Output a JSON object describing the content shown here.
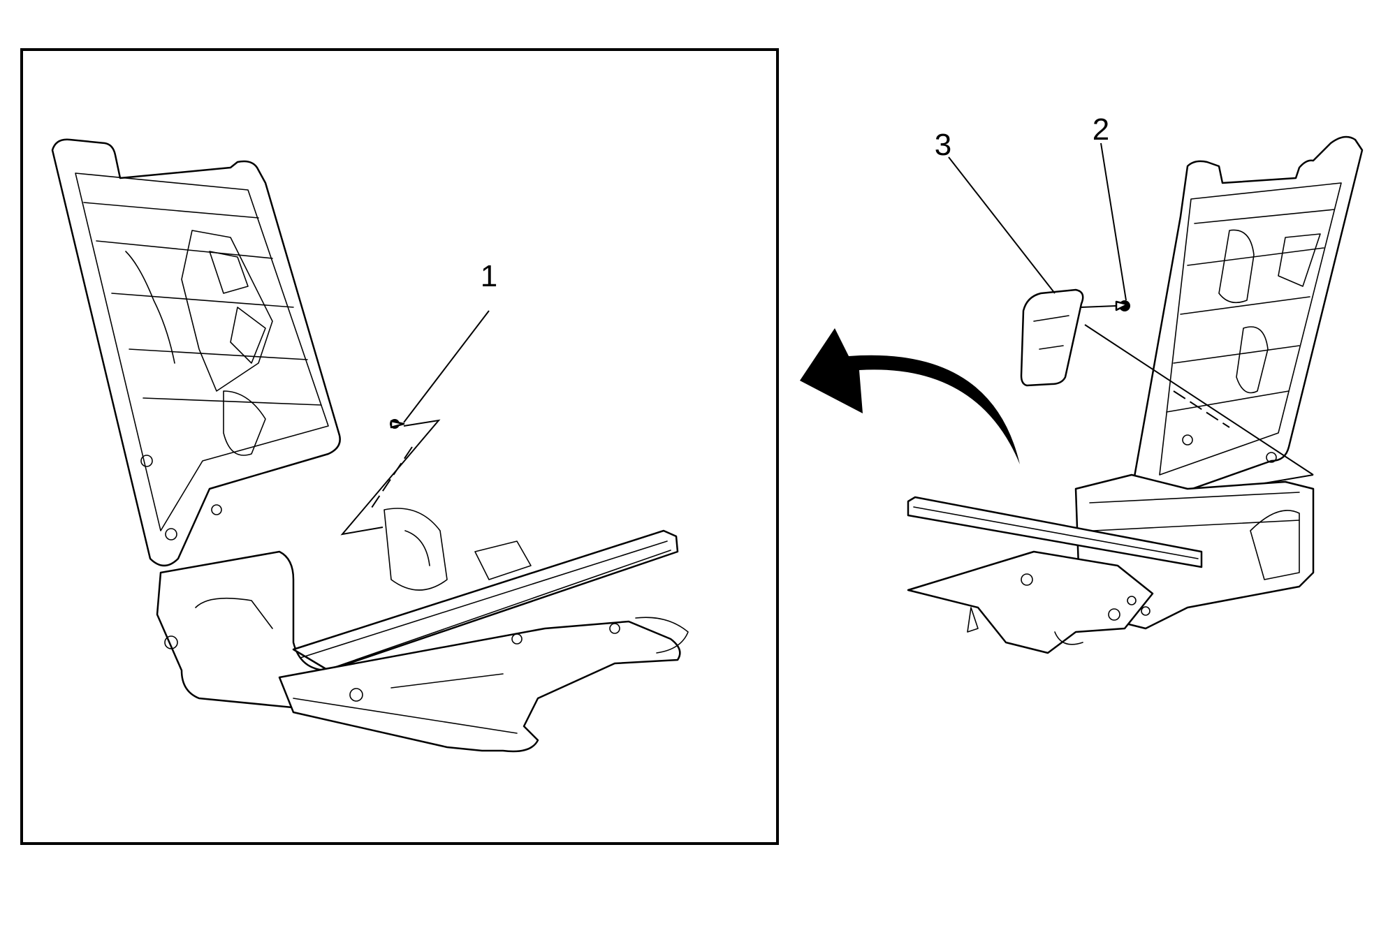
{
  "callouts": [
    {
      "id": "1",
      "label": "1"
    },
    {
      "id": "2",
      "label": "2"
    },
    {
      "id": "3",
      "label": "3"
    }
  ],
  "colors": {
    "line": "#000000",
    "background": "#ffffff"
  },
  "icons": [
    "curved-arrow-icon",
    "bolt-icon",
    "fastener-icon",
    "seat-frame-icon",
    "seat-cover-icon"
  ]
}
